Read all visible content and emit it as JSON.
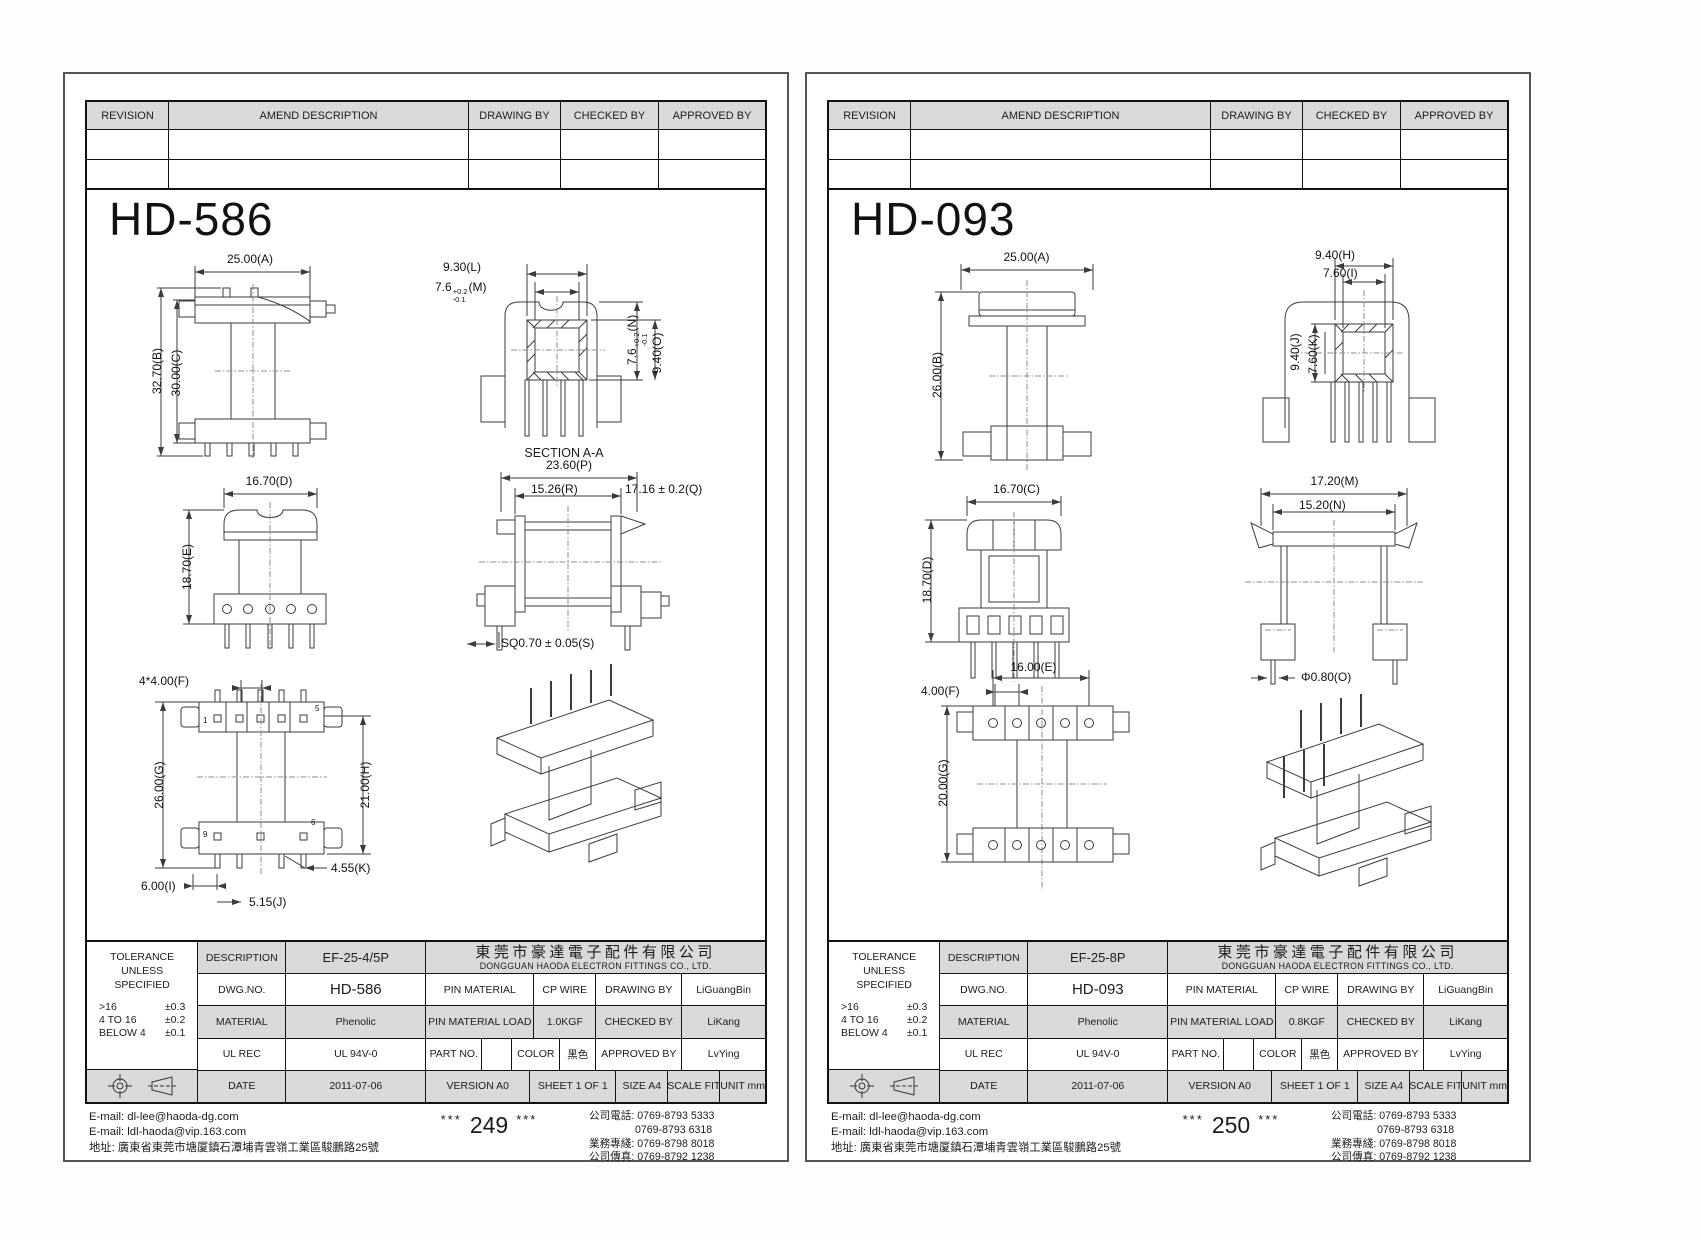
{
  "sheets": [
    {
      "title": "HD-586",
      "rev": {
        "c1": "REVISION",
        "c2": "AMEND DESCRIPTION",
        "c3": "DRAWING BY",
        "c4": "CHECKED BY",
        "c5": "APPROVED BY"
      },
      "views": {
        "front": {
          "a": "25.00(A)",
          "b": "32.70(B)",
          "c": "30.00(C)"
        },
        "section": {
          "l": "9.30(L)",
          "m_val": "7.6",
          "m_plus": "+0.2",
          "m_minus": "-0.1",
          "m_label": "(M)",
          "n_val": "7.6",
          "n_plus": "+0.2",
          "n_minus": "-0.1",
          "n_label": "(N)",
          "o": "9.40(O)",
          "caption": "SECTION A-A"
        },
        "side": {
          "w": "16.70(D)",
          "h": "18.70(E)"
        },
        "top": {
          "p": "23.60(P)",
          "r": "15.26(R)",
          "q": "17.16 ± 0.2(Q)",
          "s": "SQ0.70 ± 0.05(S)"
        },
        "bottom": {
          "f": "4*4.00(F)",
          "g": "26.00(G)",
          "h": "21.00(H)",
          "k": "4.55(K)",
          "i": "6.00(I)",
          "j": "5.15(J)",
          "pin1": "1",
          "pin5": "5",
          "pin6": "6",
          "pin9": "9"
        }
      },
      "tb": {
        "tolerance_title": "TOLERANCE UNLESS SPECIFIED",
        "tol1_range": ">16",
        "tol1_val": "±0.3",
        "tol2_range": "4 TO 16",
        "tol2_val": "±0.2",
        "tol3_range": "BELOW 4",
        "tol3_val": "±0.1",
        "description_label": "DESCRIPTION",
        "description": "EF-25-4/5P",
        "company_cn": "東莞市豪達電子配件有限公司",
        "company_en": "DONGGUAN HAODA ELECTRON FITTINGS CO., LTD.",
        "dwg_label": "DWG.NO.",
        "dwg_no": "HD-586",
        "pin_material_label": "PIN MATERIAL",
        "pin_material": "CP WIRE",
        "drawing_by_label": "DRAWING BY",
        "drawing_by": "LiGuangBin",
        "material_label": "MATERIAL",
        "material": "Phenolic",
        "pin_load_label": "PIN MATERIAL LOAD",
        "pin_load": "1.0KGF",
        "checked_by_label": "CHECKED BY",
        "checked_by": "LiKang",
        "ul_label": "UL REC",
        "ul": "UL 94V-0",
        "part_no_label": "PART NO.",
        "part_no": "",
        "color_label": "COLOR",
        "color": "黑色",
        "approved_by_label": "APPROVED BY",
        "approved_by": "LvYing",
        "date_label": "DATE",
        "date": "2011-07-06",
        "version": "VERSION A0",
        "sheet_of": "SHEET 1 OF 1",
        "size": "SIZE A4",
        "scale": "SCALE FIT",
        "unit": "UNIT mm"
      },
      "footer": {
        "email1": "E-mail: dl-lee@haoda-dg.com",
        "email2": "E-mail: ldl-haoda@vip.163.com",
        "address": "地址: 廣東省東莞市塘厦鎮石潭埔青雲嶺工業區駿鵬路25號",
        "page_left": "***",
        "page_num": "249",
        "page_right": "***",
        "phone1": "公司電話: 0769-8793 5333",
        "phone1b": "0769-8793 6318",
        "phone2": "業務專綫: 0769-8798 8018",
        "phone3": "公司傳真: 0769-8792 1238"
      }
    },
    {
      "title": "HD-093",
      "rev": {
        "c1": "REVISION",
        "c2": "AMEND DESCRIPTION",
        "c3": "DRAWING BY",
        "c4": "CHECKED BY",
        "c5": "APPROVED BY"
      },
      "views": {
        "front": {
          "a": "25.00(A)",
          "b": "26.00(B)"
        },
        "section": {
          "h": "9.40(H)",
          "i": "7.60(I)",
          "j": "9.40(J)",
          "k": "7.60(K)"
        },
        "side": {
          "w": "16.70(C)",
          "h": "18.70(D)"
        },
        "top": {
          "m": "17.20(M)",
          "n": "15.20(N)",
          "o": "Φ0.80(O)"
        },
        "bottom": {
          "e": "16.00(E)",
          "f": "4.00(F)",
          "g": "20.00(G)"
        }
      },
      "tb": {
        "tolerance_title": "TOLERANCE UNLESS SPECIFIED",
        "tol1_range": ">16",
        "tol1_val": "±0.3",
        "tol2_range": "4 TO 16",
        "tol2_val": "±0.2",
        "tol3_range": "BELOW 4",
        "tol3_val": "±0.1",
        "description_label": "DESCRIPTION",
        "description": "EF-25-8P",
        "company_cn": "東莞市豪達電子配件有限公司",
        "company_en": "DONGGUAN HAODA ELECTRON FITTINGS CO., LTD.",
        "dwg_label": "DWG.NO.",
        "dwg_no": "HD-093",
        "pin_material_label": "PIN MATERIAL",
        "pin_material": "CP WIRE",
        "drawing_by_label": "DRAWING BY",
        "drawing_by": "LiGuangBin",
        "material_label": "MATERIAL",
        "material": "Phenolic",
        "pin_load_label": "PIN MATERIAL LOAD",
        "pin_load": "0.8KGF",
        "checked_by_label": "CHECKED BY",
        "checked_by": "LiKang",
        "ul_label": "UL REC",
        "ul": "UL 94V-0",
        "part_no_label": "PART NO.",
        "part_no": "",
        "color_label": "COLOR",
        "color": "黑色",
        "approved_by_label": "APPROVED BY",
        "approved_by": "LvYing",
        "date_label": "DATE",
        "date": "2011-07-06",
        "version": "VERSION A0",
        "sheet_of": "SHEET 1 OF 1",
        "size": "SIZE A4",
        "scale": "SCALE FIT",
        "unit": "UNIT mm"
      },
      "footer": {
        "email1": "E-mail: dl-lee@haoda-dg.com",
        "email2": "E-mail: ldl-haoda@vip.163.com",
        "address": "地址: 廣東省東莞市塘厦鎮石潭埔青雲嶺工業區駿鵬路25號",
        "page_left": "***",
        "page_num": "250",
        "page_right": "***",
        "phone1": "公司電話: 0769-8793 5333",
        "phone1b": "0769-8793 6318",
        "phone2": "業務專綫: 0769-8798 8018",
        "phone3": "公司傳真: 0769-8792 1238"
      }
    }
  ]
}
